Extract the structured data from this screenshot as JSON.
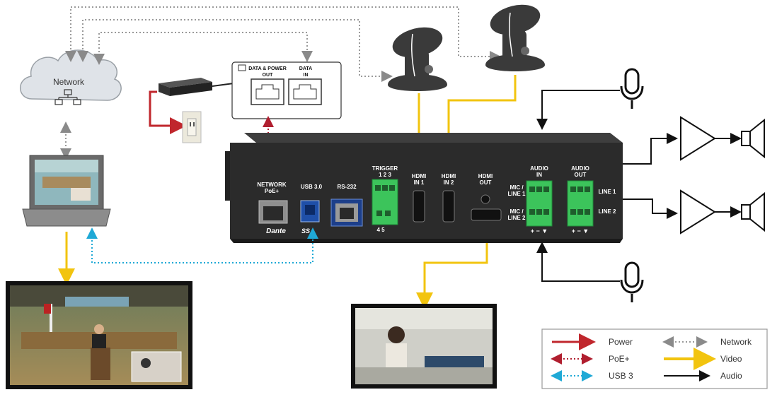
{
  "network": {
    "label": "Network"
  },
  "injector": {
    "data_power_out": "DATA & POWER",
    "out": "OUT",
    "data_in": "DATA",
    "in": "IN"
  },
  "device": {
    "network_label": "NETWORK",
    "poe_label": "PoE+",
    "dante_label": "Dante",
    "usb_label": "USB 3.0",
    "ss_label": "SS",
    "rs232_label": "RS-232",
    "trigger_label": "TRIGGER",
    "trigger_top_pins": "1  2  3",
    "trigger_bottom_pins": "4  5",
    "hdmi_in1_a": "HDMI",
    "hdmi_in1_b": "IN 1",
    "hdmi_in2_a": "HDMI",
    "hdmi_in2_b": "IN 2",
    "hdmi_out_a": "HDMI",
    "hdmi_out_b": "OUT",
    "audio_in_a": "AUDIO",
    "audio_in_b": "IN",
    "audio_out_a": "AUDIO",
    "audio_out_b": "OUT",
    "mic_line1_a": "MIC /",
    "mic_line1_b": "LINE 1",
    "mic_line2_a": "MIC /",
    "mic_line2_b": "LINE 2",
    "line1": "LINE 1",
    "line2": "LINE 2",
    "pm_in": "+  −  ▼",
    "pm_out": "+  −  ▼"
  },
  "legend": {
    "power": "Power",
    "poe": "PoE+",
    "usb3": "USB 3",
    "network": "Network",
    "video": "Video",
    "audio": "Audio"
  },
  "colors": {
    "power": "#c0272d",
    "poe": "#b01e2f",
    "usb": "#1fa9d6",
    "network": "#9a9a9a",
    "video": "#f2c40f",
    "audio": "#111111",
    "device": "#2b2b2b",
    "terminal": "#3cc45b"
  }
}
